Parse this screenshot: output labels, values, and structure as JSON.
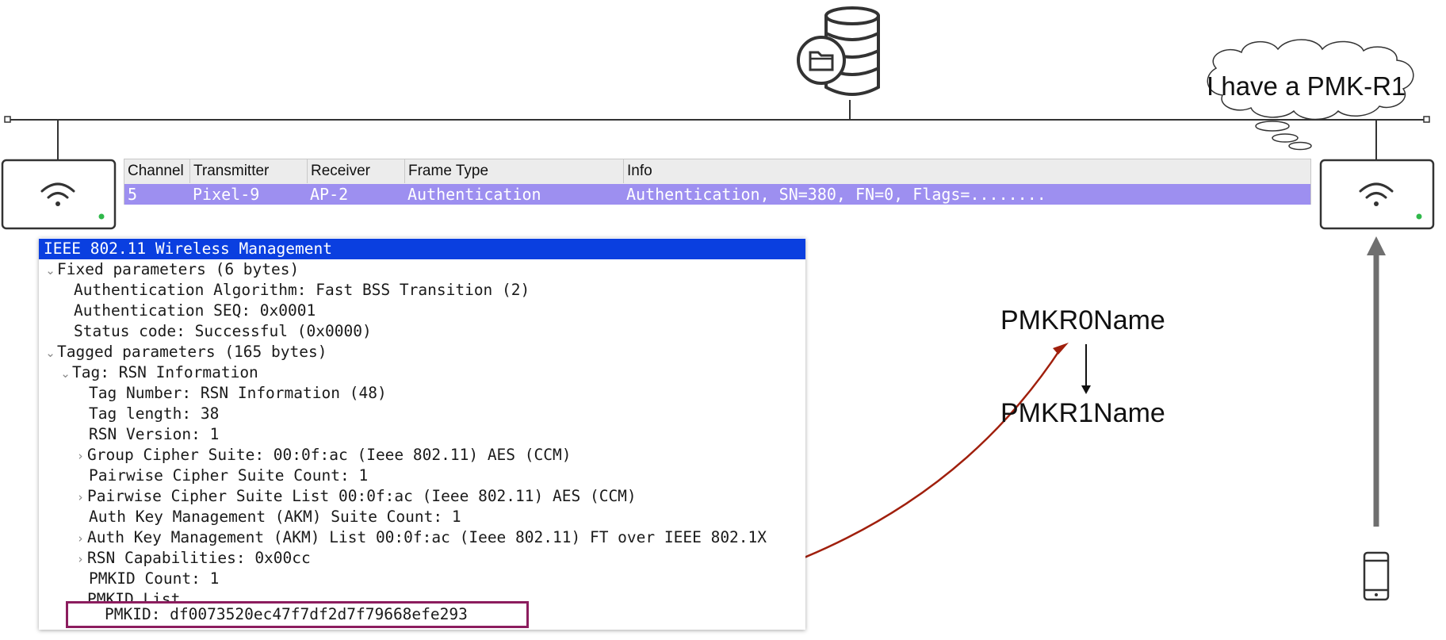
{
  "thought_bubble": {
    "text": "I have a PMK-R1"
  },
  "packet_list": {
    "columns": [
      "Channel",
      "Transmitter",
      "Receiver",
      "Frame Type",
      "Info"
    ],
    "row": [
      "5",
      "Pixel-9",
      "AP-2",
      "Authentication",
      "Authentication, SN=380, FN=0, Flags=........"
    ]
  },
  "details": {
    "lines": [
      {
        "text": "IEEE 802.11 Wireless Management",
        "twisty": ""
      },
      {
        "text": "Fixed parameters (6 bytes)",
        "twisty": "⌄"
      },
      {
        "text": "Authentication Algorithm: Fast BSS Transition (2)",
        "twisty": ""
      },
      {
        "text": "Authentication SEQ: 0x0001",
        "twisty": ""
      },
      {
        "text": "Status code: Successful (0x0000)",
        "twisty": ""
      },
      {
        "text": "Tagged parameters (165 bytes)",
        "twisty": "⌄"
      },
      {
        "text": "Tag: RSN Information",
        "twisty": "⌄"
      },
      {
        "text": "Tag Number: RSN Information (48)",
        "twisty": ""
      },
      {
        "text": "Tag length: 38",
        "twisty": ""
      },
      {
        "text": "RSN Version: 1",
        "twisty": ""
      },
      {
        "text": "Group Cipher Suite: 00:0f:ac (Ieee 802.11) AES (CCM)",
        "twisty": "›"
      },
      {
        "text": "Pairwise Cipher Suite Count: 1",
        "twisty": ""
      },
      {
        "text": "Pairwise Cipher Suite List 00:0f:ac (Ieee 802.11) AES (CCM)",
        "twisty": "›"
      },
      {
        "text": "Auth Key Management (AKM) Suite Count: 1",
        "twisty": ""
      },
      {
        "text": "Auth Key Management (AKM) List 00:0f:ac (Ieee 802.11) FT over IEEE 802.1X",
        "twisty": "›"
      },
      {
        "text": "RSN Capabilities: 0x00cc",
        "twisty": "›"
      },
      {
        "text": "PMKID Count: 1",
        "twisty": ""
      },
      {
        "text": "PMKID List",
        "twisty": "⌄"
      },
      {
        "text": "PMKID: df0073520ec47f7df2d7f79668efe293",
        "twisty": ""
      }
    ]
  },
  "labels": {
    "pmkr0name": "PMKR0Name",
    "pmkr1name": "PMKR1Name"
  },
  "icons": {
    "server": "database-server-icon",
    "ap_left": "wifi-icon",
    "ap_right": "wifi-icon",
    "client": "smartphone-icon"
  },
  "colors": {
    "selected_row": "#0a3fe0",
    "packet_row": "#9d8ff0",
    "pmkid_box": "#8c1d5e",
    "arrow": "#a01f0c",
    "status_led": "#2fb84a",
    "line": "#333333",
    "uplink_arrow": "#6f6f6f"
  }
}
